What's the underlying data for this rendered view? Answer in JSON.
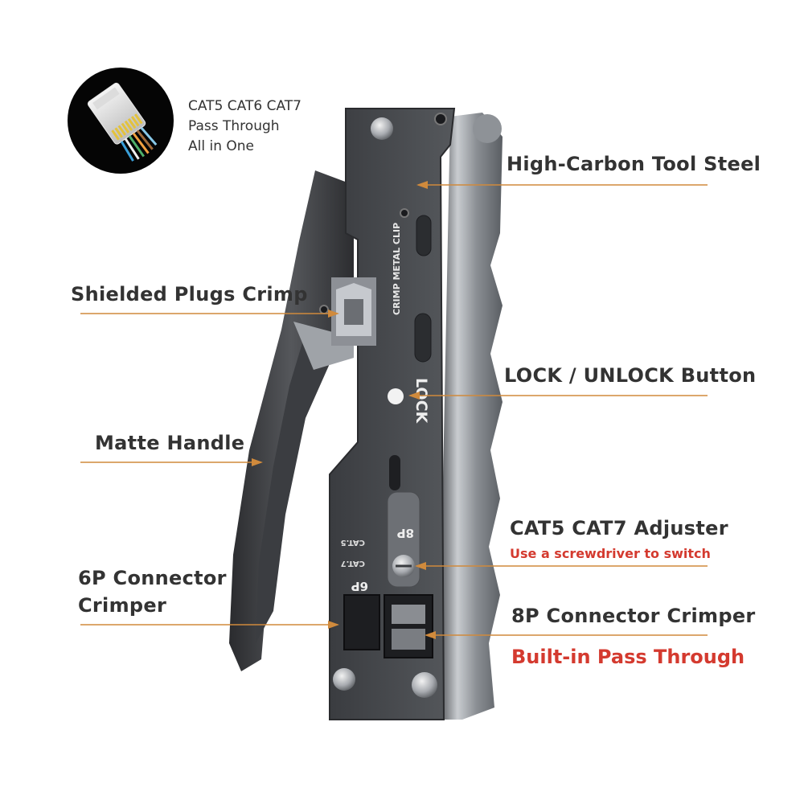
{
  "colors": {
    "leader": "#d08a3c",
    "accent_red": "#d43a2f",
    "text": "#333333"
  },
  "inset": {
    "lines": [
      "CAT5 CAT6 CAT7",
      "Pass Through",
      "All in One"
    ]
  },
  "tool": {
    "metal_clip_text": "CRIMP METAL CLIP",
    "lock_text": "LOCK",
    "cat5_text": "CAT.5",
    "cat7_text": "CAT.7",
    "p8_text": "8P",
    "p6_text": "6P"
  },
  "callouts": {
    "steel": "High-Carbon Tool Steel",
    "shielded": "Shielded Plugs Crimp",
    "lock": "LOCK / UNLOCK Button",
    "handle": "Matte Handle",
    "adjuster": "CAT5 CAT7 Adjuster",
    "adjuster_sub": "Use a screwdriver to switch",
    "p6_line1": "6P Connector",
    "p6_line2": "Crimper",
    "p8": "8P Connector Crimper",
    "pass_through": "Built-in Pass Through"
  }
}
